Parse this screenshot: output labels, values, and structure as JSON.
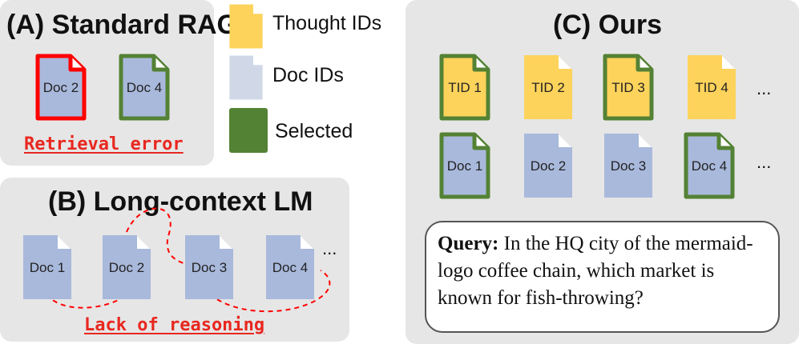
{
  "colors": {
    "thought": "#fdd35b",
    "doc": "#a9b9dc",
    "selected": "#548235",
    "error": "#ff0000",
    "panel": "#e6e6e6"
  },
  "panel_a": {
    "title": "(A) Standard RAG",
    "docs": [
      "Doc 2",
      "Doc 4"
    ],
    "caption": "Retrieval error"
  },
  "legend": {
    "thought_ids": "Thought IDs",
    "doc_ids": "Doc IDs",
    "selected": "Selected"
  },
  "panel_b": {
    "title": "(B) Long-context LM",
    "docs": [
      "Doc 1",
      "Doc 2",
      "Doc 3",
      "Doc 4"
    ],
    "ellipsis": "...",
    "caption": "Lack of reasoning"
  },
  "panel_c": {
    "title": "(C) Ours",
    "thought_docs": [
      "TID 1",
      "TID 2",
      "TID 3",
      "TID 4"
    ],
    "docs": [
      "Doc 1",
      "Doc 2",
      "Doc 3",
      "Doc 4"
    ],
    "ellipsis": "...",
    "query_label": "Query:",
    "query_text": "In the HQ city of the mermaid-logo coffee chain, which market is known for fish-throwing?"
  }
}
